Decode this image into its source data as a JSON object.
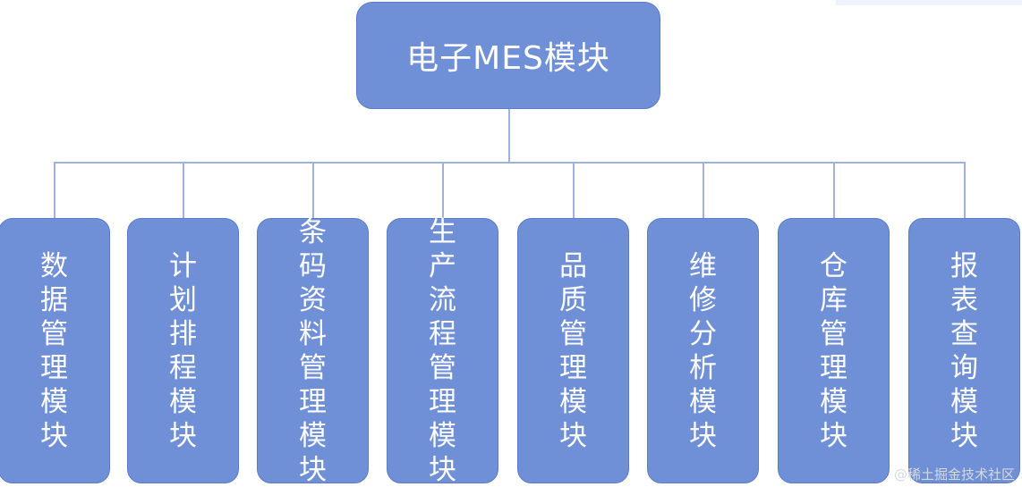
{
  "diagram": {
    "root": {
      "label": "电子MES模块"
    },
    "modules": [
      {
        "id": "data-management",
        "label": "数据管理模块"
      },
      {
        "id": "plan-scheduling",
        "label": "计划排程模块"
      },
      {
        "id": "barcode-data-management",
        "label": "条码资料管理模块"
      },
      {
        "id": "production-flow-management",
        "label": "生产流程管理模块"
      },
      {
        "id": "quality-management",
        "label": "品质管理模块"
      },
      {
        "id": "maintenance-analysis",
        "label": "维修分析模块"
      },
      {
        "id": "warehouse-management",
        "label": "仓库管理模块"
      },
      {
        "id": "report-query",
        "label": "报表查询模块"
      }
    ]
  },
  "watermark": {
    "text": "@稀土掘金技术社区"
  },
  "colors": {
    "box_fill": "#6f8fd6",
    "box_border": "#5d7cc6",
    "connector": "#9fb2dc",
    "text": "#ffffff"
  }
}
